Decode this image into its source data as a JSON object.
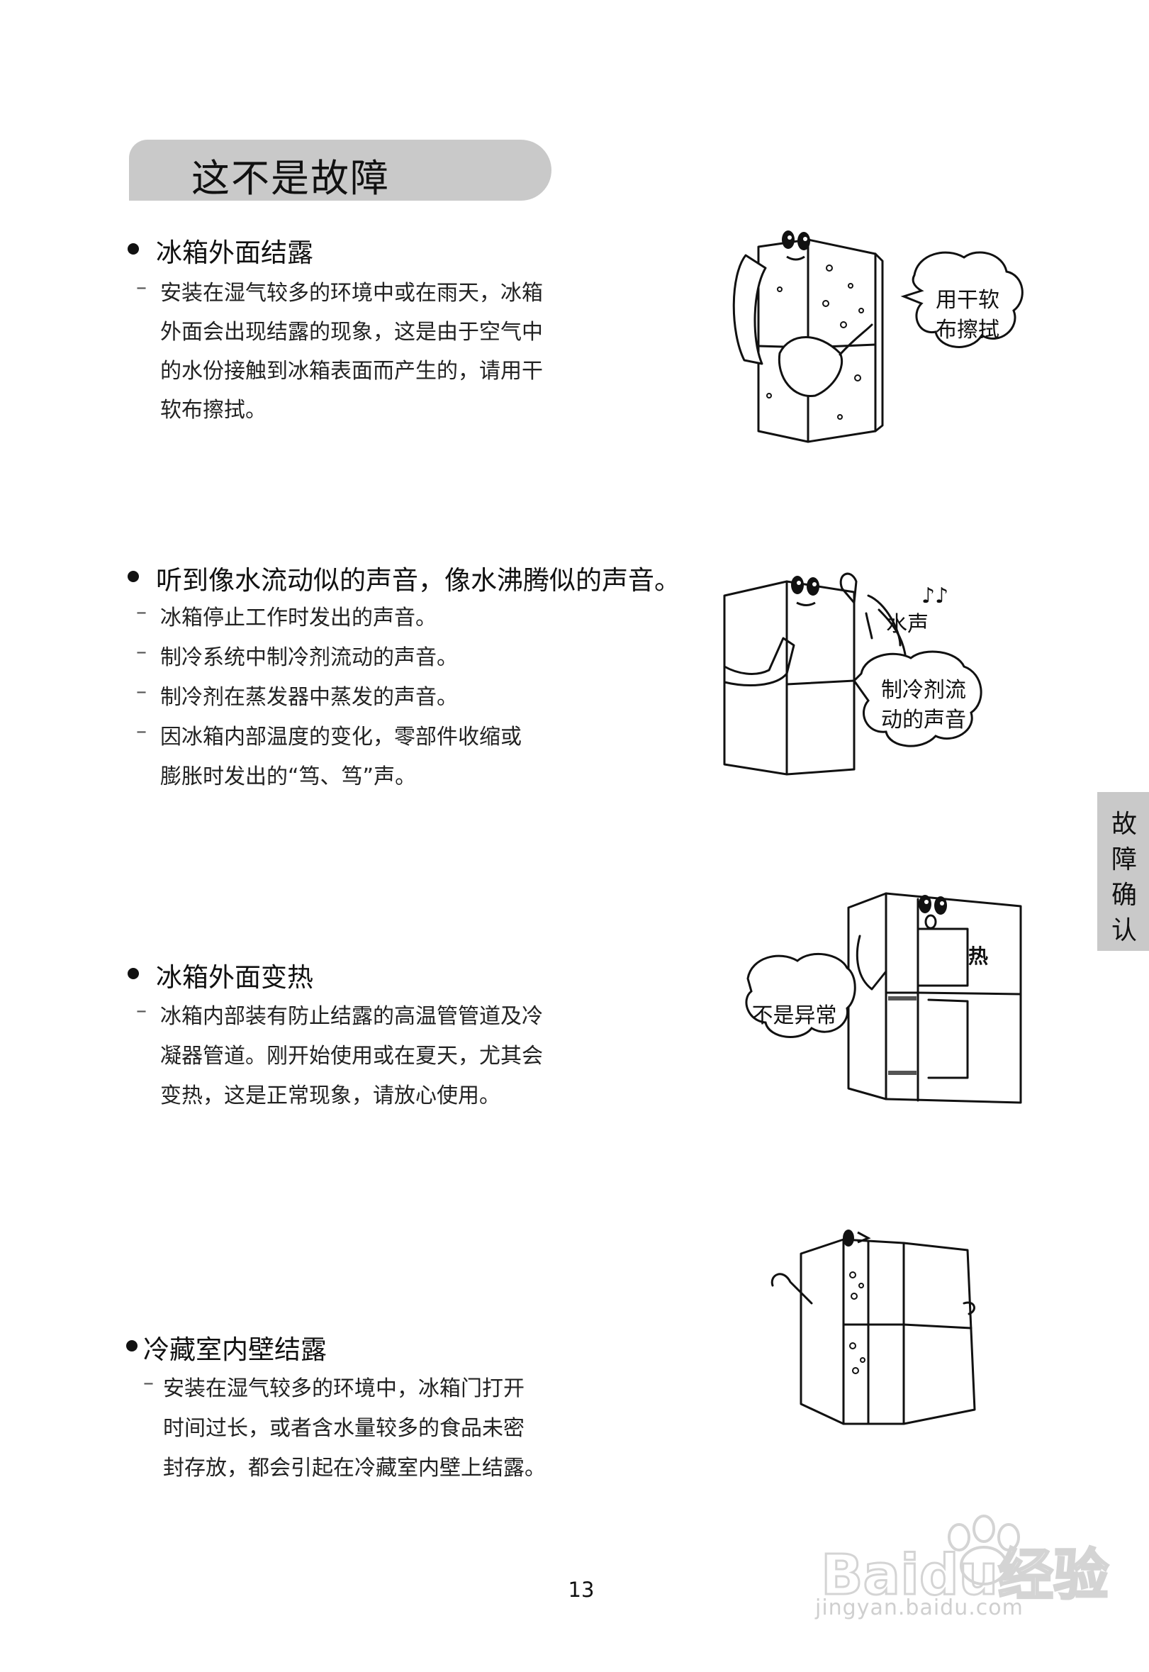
{
  "title": "这不是故障",
  "side_tab": [
    "故",
    "障",
    "确",
    "认"
  ],
  "page_number": "13",
  "watermark": {
    "brand": "Baidu经验",
    "url": "jingyan.baidu.com"
  },
  "sections": [
    {
      "heading": "冰箱外面结露",
      "lines": [
        {
          "dash": "–",
          "text": "安装在湿气较多的环境中或在雨天，冰箱"
        },
        {
          "dash": "",
          "text": "外面会出现结露的现象，这是由于空气中"
        },
        {
          "dash": "",
          "text": "的水份接触到冰箱表面而产生的，请用干"
        },
        {
          "dash": "",
          "text": "软布擦拭。"
        }
      ],
      "bubble": [
        "用干软",
        "布擦拭"
      ]
    },
    {
      "heading": "听到像水流动似的声音，像水沸腾似的声音。",
      "lines": [
        {
          "dash": "–",
          "text": "冰箱停止工作时发出的声音。"
        },
        {
          "dash": "–",
          "text": "制冷系统中制冷剂流动的声音。"
        },
        {
          "dash": "–",
          "text": "制冷剂在蒸发器中蒸发的声音。"
        },
        {
          "dash": "–",
          "text": "因冰箱内部温度的变化，零部件收缩或"
        },
        {
          "dash": "",
          "text": "膨胀时发出的“笃、笃”声。"
        }
      ],
      "label_water": "水声",
      "bubble": [
        "制冷剂流",
        "动的声音"
      ]
    },
    {
      "heading": "冰箱外面变热",
      "lines": [
        {
          "dash": "–",
          "text": "冰箱内部装有防止结露的高温管管道及冷"
        },
        {
          "dash": "",
          "text": "凝器管道。刚开始使用或在夏天，尤其会"
        },
        {
          "dash": "",
          "text": "变热，这是正常现象，请放心使用。"
        }
      ],
      "bubble": [
        "不是异常"
      ],
      "hot_label": "热"
    },
    {
      "heading": "冷藏室内壁结露",
      "lines": [
        {
          "dash": "–",
          "text": "安装在湿气较多的环境中，冰箱门打开"
        },
        {
          "dash": "",
          "text": "时间过长，或者含水量较多的食品未密"
        },
        {
          "dash": "",
          "text": "封存放，都会引起在冷藏室内壁上结露。"
        }
      ]
    }
  ]
}
